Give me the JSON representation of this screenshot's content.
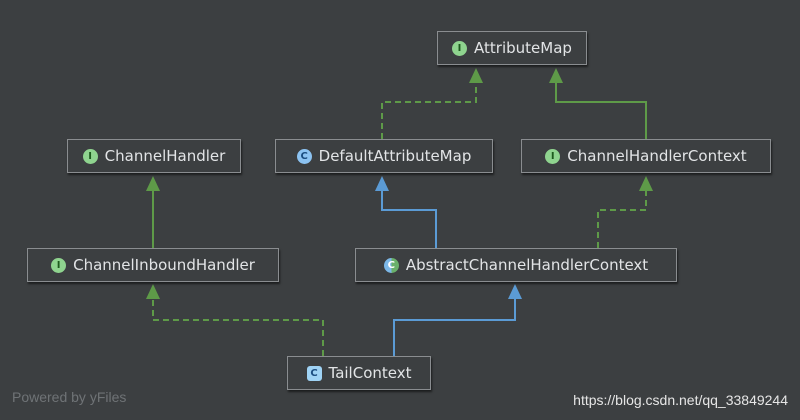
{
  "nodes": {
    "attribute_map": {
      "label": "AttributeMap",
      "kind": "I"
    },
    "channel_handler": {
      "label": "ChannelHandler",
      "kind": "I"
    },
    "default_attribute_map": {
      "label": "DefaultAttributeMap",
      "kind": "C"
    },
    "channel_handler_context": {
      "label": "ChannelHandlerContext",
      "kind": "I"
    },
    "channel_inbound_handler": {
      "label": "ChannelInboundHandler",
      "kind": "I"
    },
    "abstract_channel_handler_context": {
      "label": "AbstractChannelHandlerContext",
      "kind": "C"
    },
    "tail_context": {
      "label": "TailContext",
      "kind": "C"
    }
  },
  "footer": {
    "powered_by": "Powered by yFiles",
    "watermark": "https://blog.csdn.net/qq_33849244"
  },
  "colors": {
    "background": "#3c3f41",
    "node_border": "#8a8d90",
    "extends_arrow": "#5b9bd5",
    "interface_arrow": "#5e9a48"
  }
}
